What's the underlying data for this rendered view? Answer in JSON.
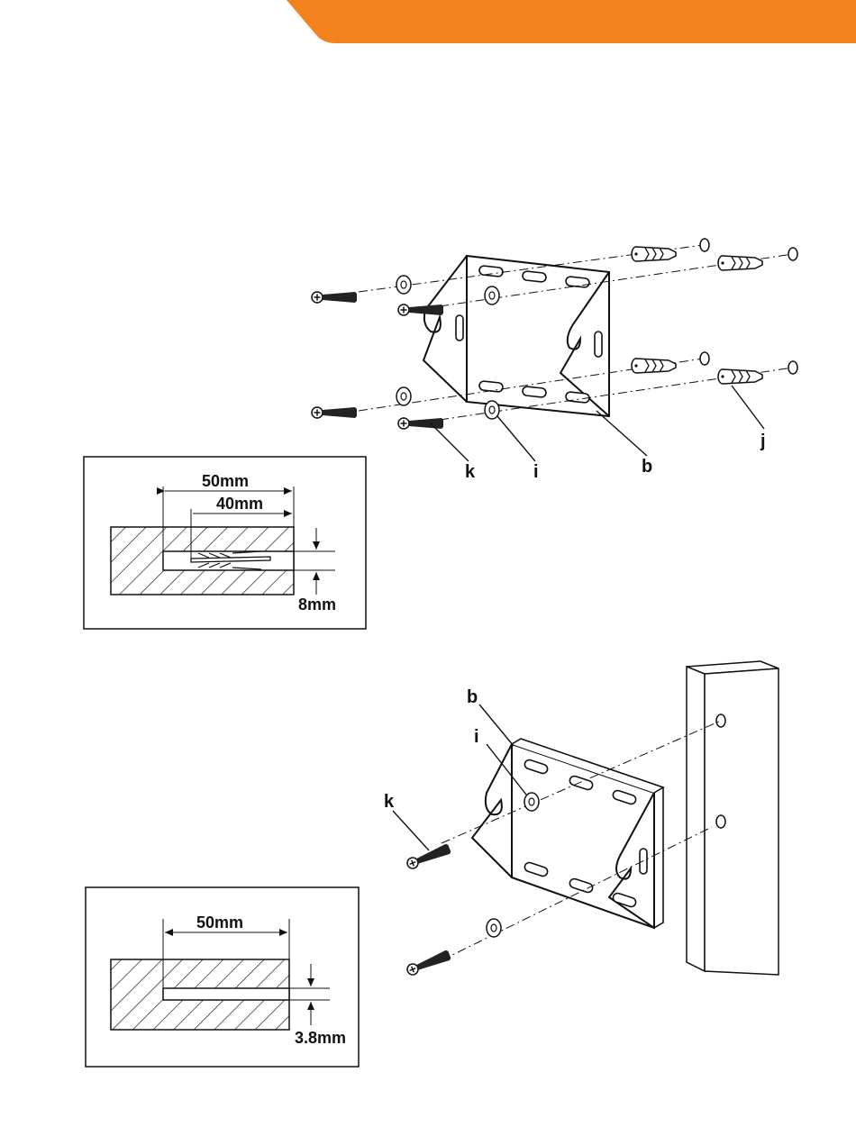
{
  "colors": {
    "banner": "#f2821e",
    "ink": "#111111",
    "hatch": "#222222"
  },
  "drawing_wall_mount": {
    "callouts": {
      "k": "k",
      "i": "i",
      "b": "b",
      "j": "j"
    }
  },
  "detail_concrete": {
    "dim_outer": "50mm",
    "dim_inner": "40mm",
    "dim_hole": "8mm"
  },
  "drawing_post_mount": {
    "callouts": {
      "b": "b",
      "i": "i",
      "k": "k"
    }
  },
  "detail_wood": {
    "dim_outer": "50mm",
    "dim_hole": "3.8mm"
  }
}
